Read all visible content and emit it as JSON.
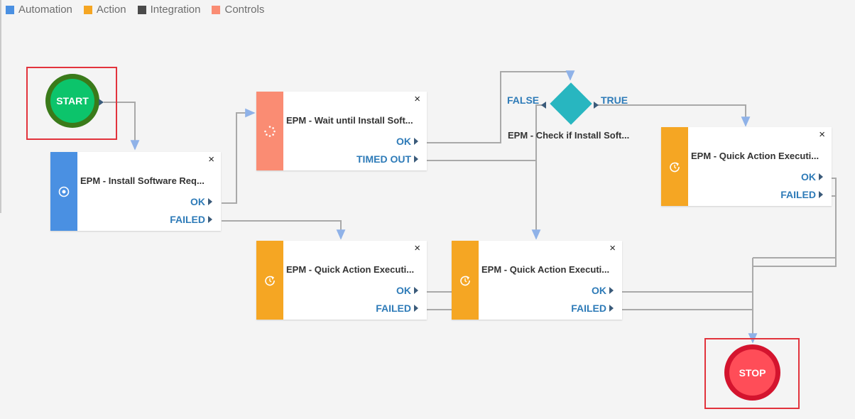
{
  "legend": [
    {
      "label": "Automation",
      "color": "#4a90e2"
    },
    {
      "label": "Action",
      "color": "#f5a623"
    },
    {
      "label": "Integration",
      "color": "#4a4a4a"
    },
    {
      "label": "Controls",
      "color": "#fa8c73"
    }
  ],
  "start": {
    "label": "START"
  },
  "stop": {
    "label": "STOP"
  },
  "nodes": {
    "install": {
      "title": "EPM - Install Software Req...",
      "icon": "target-icon",
      "out1": "OK",
      "out2": "FAILED",
      "close": "×"
    },
    "wait": {
      "title": "EPM - Wait until Install Soft...",
      "icon": "spinner-icon",
      "out1": "OK",
      "out2": "TIMED OUT",
      "close": "×"
    },
    "qa_right": {
      "title": "EPM - Quick Action Executi...",
      "icon": "refresh-icon",
      "out1": "OK",
      "out2": "FAILED",
      "close": "×"
    },
    "qa_mid1": {
      "title": "EPM - Quick Action Executi...",
      "icon": "refresh-icon",
      "out1": "OK",
      "out2": "FAILED",
      "close": "×"
    },
    "qa_mid2": {
      "title": "EPM - Quick Action Executi...",
      "icon": "refresh-icon",
      "out1": "OK",
      "out2": "FAILED",
      "close": "×"
    }
  },
  "condition": {
    "title": "EPM - Check if Install Soft...",
    "false_label": "FALSE",
    "true_label": "TRUE"
  },
  "colors": {
    "automation": "#4a90e2",
    "action": "#f5a623",
    "controls": "#fa8c73",
    "connector": "#a9a9a9",
    "arrow": "#8fb2e8",
    "start_outer": "#3a7a1a",
    "start_inner": "#0cc46b",
    "stop_outer": "#d4142e",
    "stop_inner": "#ff4d58",
    "diamond": "#28b6c0"
  }
}
